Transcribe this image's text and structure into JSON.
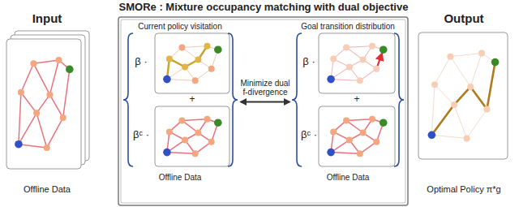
{
  "diagram": {
    "title": "SMORe : Mixture occupancy matching with dual objective",
    "nodes": [
      {
        "text": [
          "Input",
          "Offline Data"
        ]
      },
      {
        "text": [
          "Current policy visitation",
          "Offline Data"
        ]
      },
      {
        "text": [
          "Goal transition distribution",
          "Offline Data"
        ]
      },
      {
        "text": [
          "Output",
          "Optimal Policy π*g"
        ]
      }
    ],
    "edges": [
      {
        "from": 1,
        "to": 2,
        "label": "Minimize dual f-divergence",
        "arrow": "both"
      }
    ],
    "labels": [
      "β ·",
      "+",
      "βᶜ ·",
      "β ·",
      "+",
      "βᶜ ·"
    ]
  }
}
